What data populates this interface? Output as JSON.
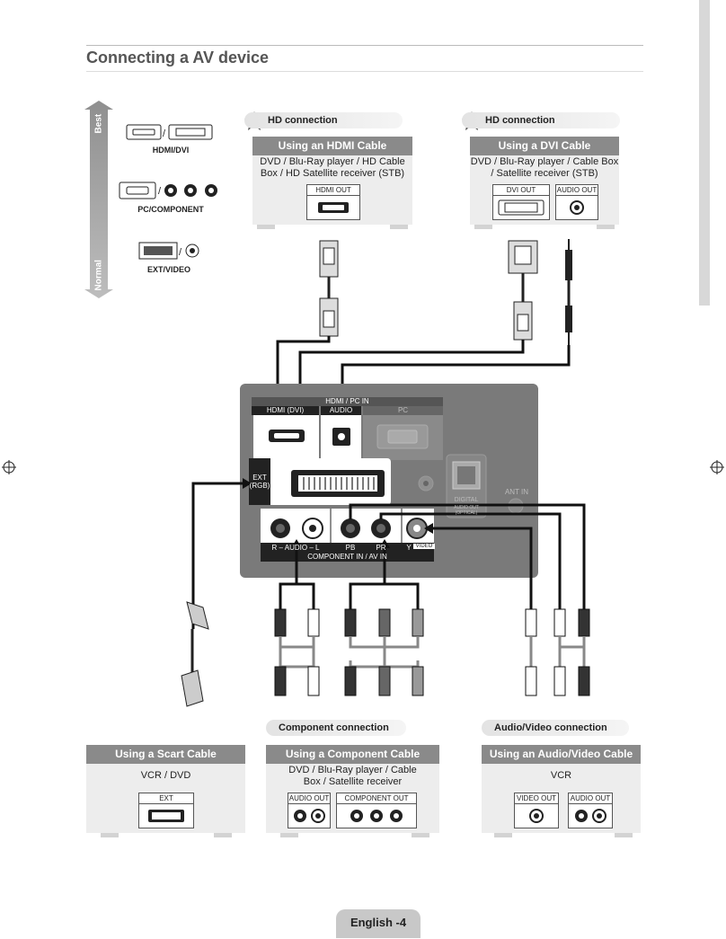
{
  "page": {
    "title": "Connecting a AV device",
    "footer": "English -4"
  },
  "scale": {
    "best": "Best",
    "normal": "Normal",
    "items": [
      "HDMI/DVI",
      "PC/COMPONENT",
      "EXT/VIDEO"
    ]
  },
  "sections": {
    "hd_left": "HD connection",
    "hd_right": "HD connection",
    "component": "Component connection",
    "audio_video": "Audio/Video connection"
  },
  "cards": {
    "hdmi": {
      "title": "Using an HDMI Cable",
      "devices": [
        "DVD / Blu-Ray player / HD Cable",
        "Box / HD Satellite receiver (STB)"
      ],
      "ports": [
        "HDMI OUT"
      ]
    },
    "dvi": {
      "title": "Using a DVI Cable",
      "devices": [
        "DVD / Blu-Ray player / Cable Box",
        "/ Satellite receiver (STB)"
      ],
      "ports": [
        "DVI OUT",
        "AUDIO OUT"
      ]
    },
    "scart": {
      "title": "Using a Scart Cable",
      "devices": [
        "VCR / DVD"
      ],
      "ports": [
        "EXT"
      ]
    },
    "component": {
      "title": "Using a Component Cable",
      "devices": [
        "DVD / Blu-Ray player / Cable",
        "Box / Satellite receiver"
      ],
      "ports": [
        "AUDIO OUT",
        "COMPONENT OUT"
      ]
    },
    "av": {
      "title": "Using an Audio/Video Cable",
      "devices": [
        "VCR"
      ],
      "ports": [
        "VIDEO OUT",
        "AUDIO OUT"
      ]
    }
  },
  "tv_panel": {
    "hdmi_pc_in": "HDMI / PC IN",
    "hdmi_dvi": "HDMI (DVI)",
    "audio": "AUDIO",
    "pc": "PC",
    "ext_line1": "EXT",
    "ext_line2": "(RGB)",
    "digital": "DIGITAL",
    "audio_out_optical": "AUDIO OUT (OPTICAL)",
    "ant_in": "ANT IN",
    "audio_lr": "R – AUDIO – L",
    "pb": "PB",
    "pr": "PR",
    "y": "Y",
    "video": "VIDEO",
    "component_in": "COMPONENT IN / AV IN"
  },
  "colors": {
    "card_head": "#8a8a8a",
    "card_body": "#ededed",
    "panel": "#7a7a7a",
    "cable": "#111111"
  }
}
